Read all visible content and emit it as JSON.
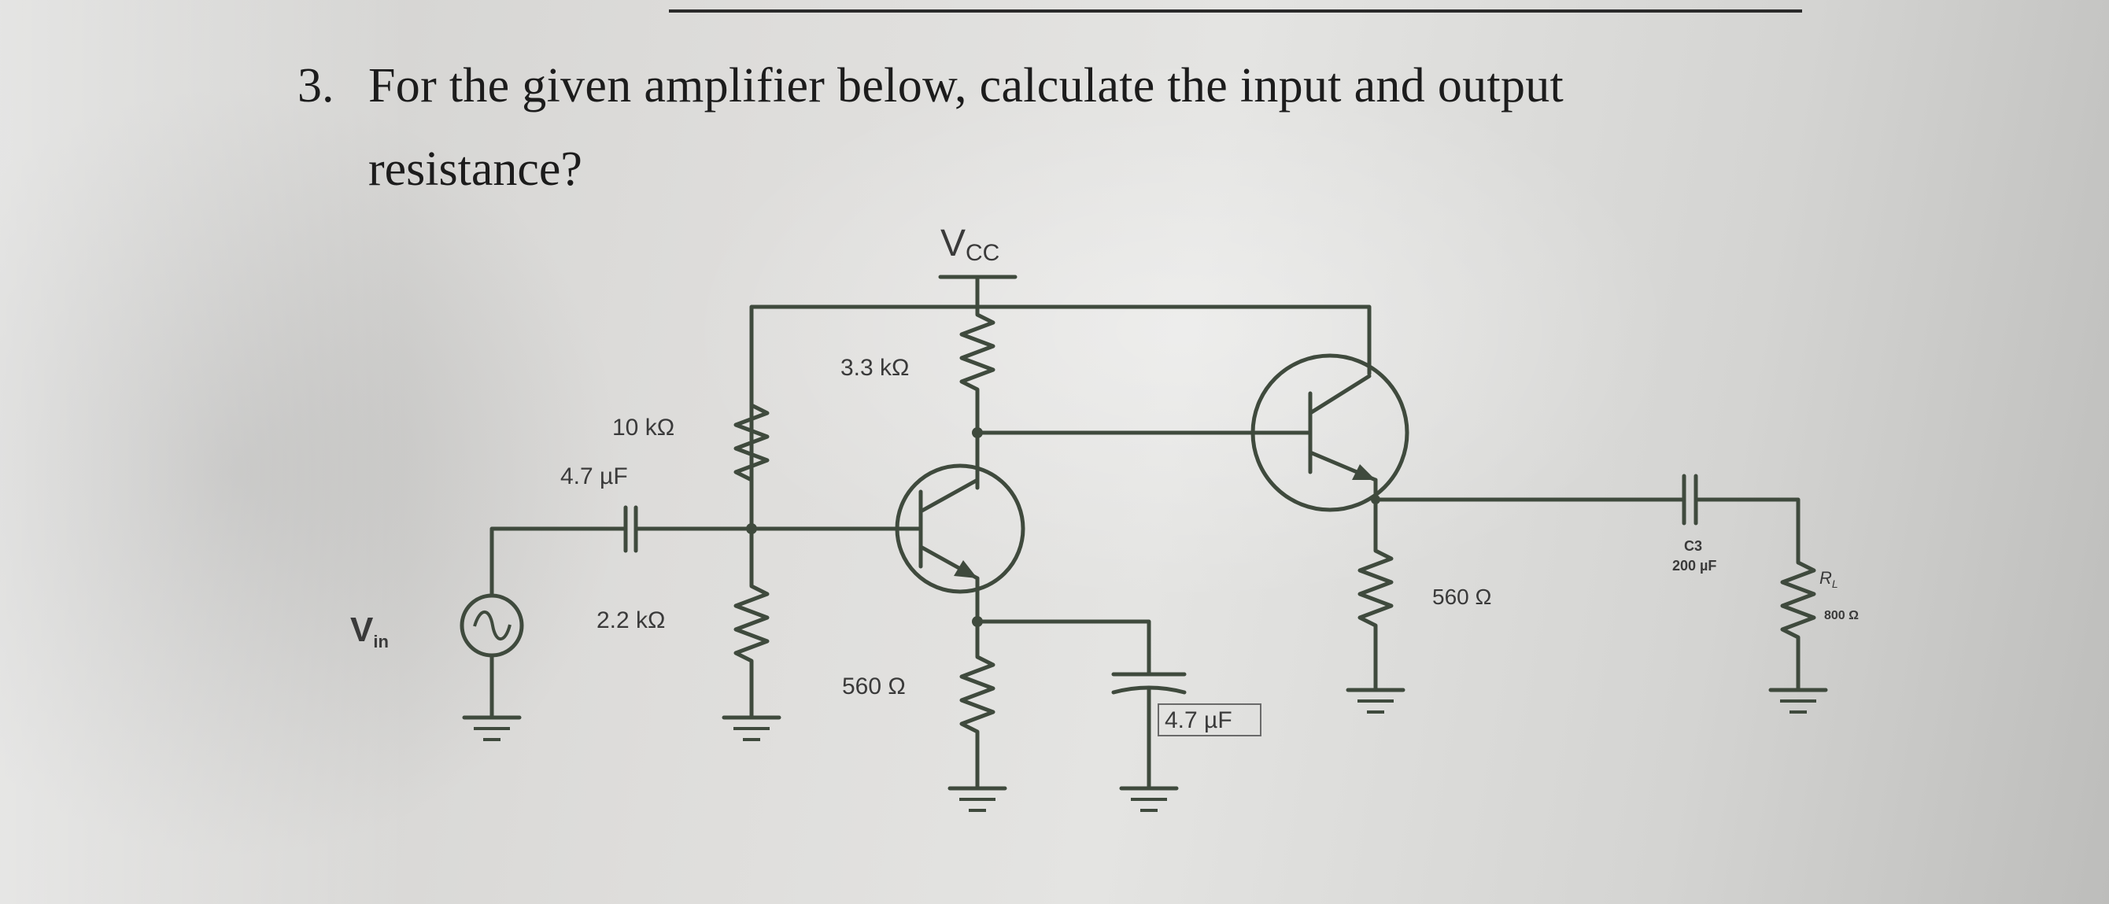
{
  "question": {
    "number": "3.",
    "line1": "For the given amplifier below, calculate the input and output",
    "line2": "resistance?"
  },
  "circuit": {
    "vcc": "V",
    "vcc_sub": "CC",
    "vin": "V",
    "vin_sub": "in",
    "r1": "10 kΩ",
    "c_in": "4.7 µF",
    "r2": "2.2 kΩ",
    "rc": "3.3 kΩ",
    "re1": "560 Ω",
    "c_bypass": "4.7 µF",
    "re2": "560 Ω",
    "c3_name": "C3",
    "c3_value": "200 µF",
    "rl_name": "R",
    "rl_sub": "L",
    "rl_value": "800 Ω"
  }
}
